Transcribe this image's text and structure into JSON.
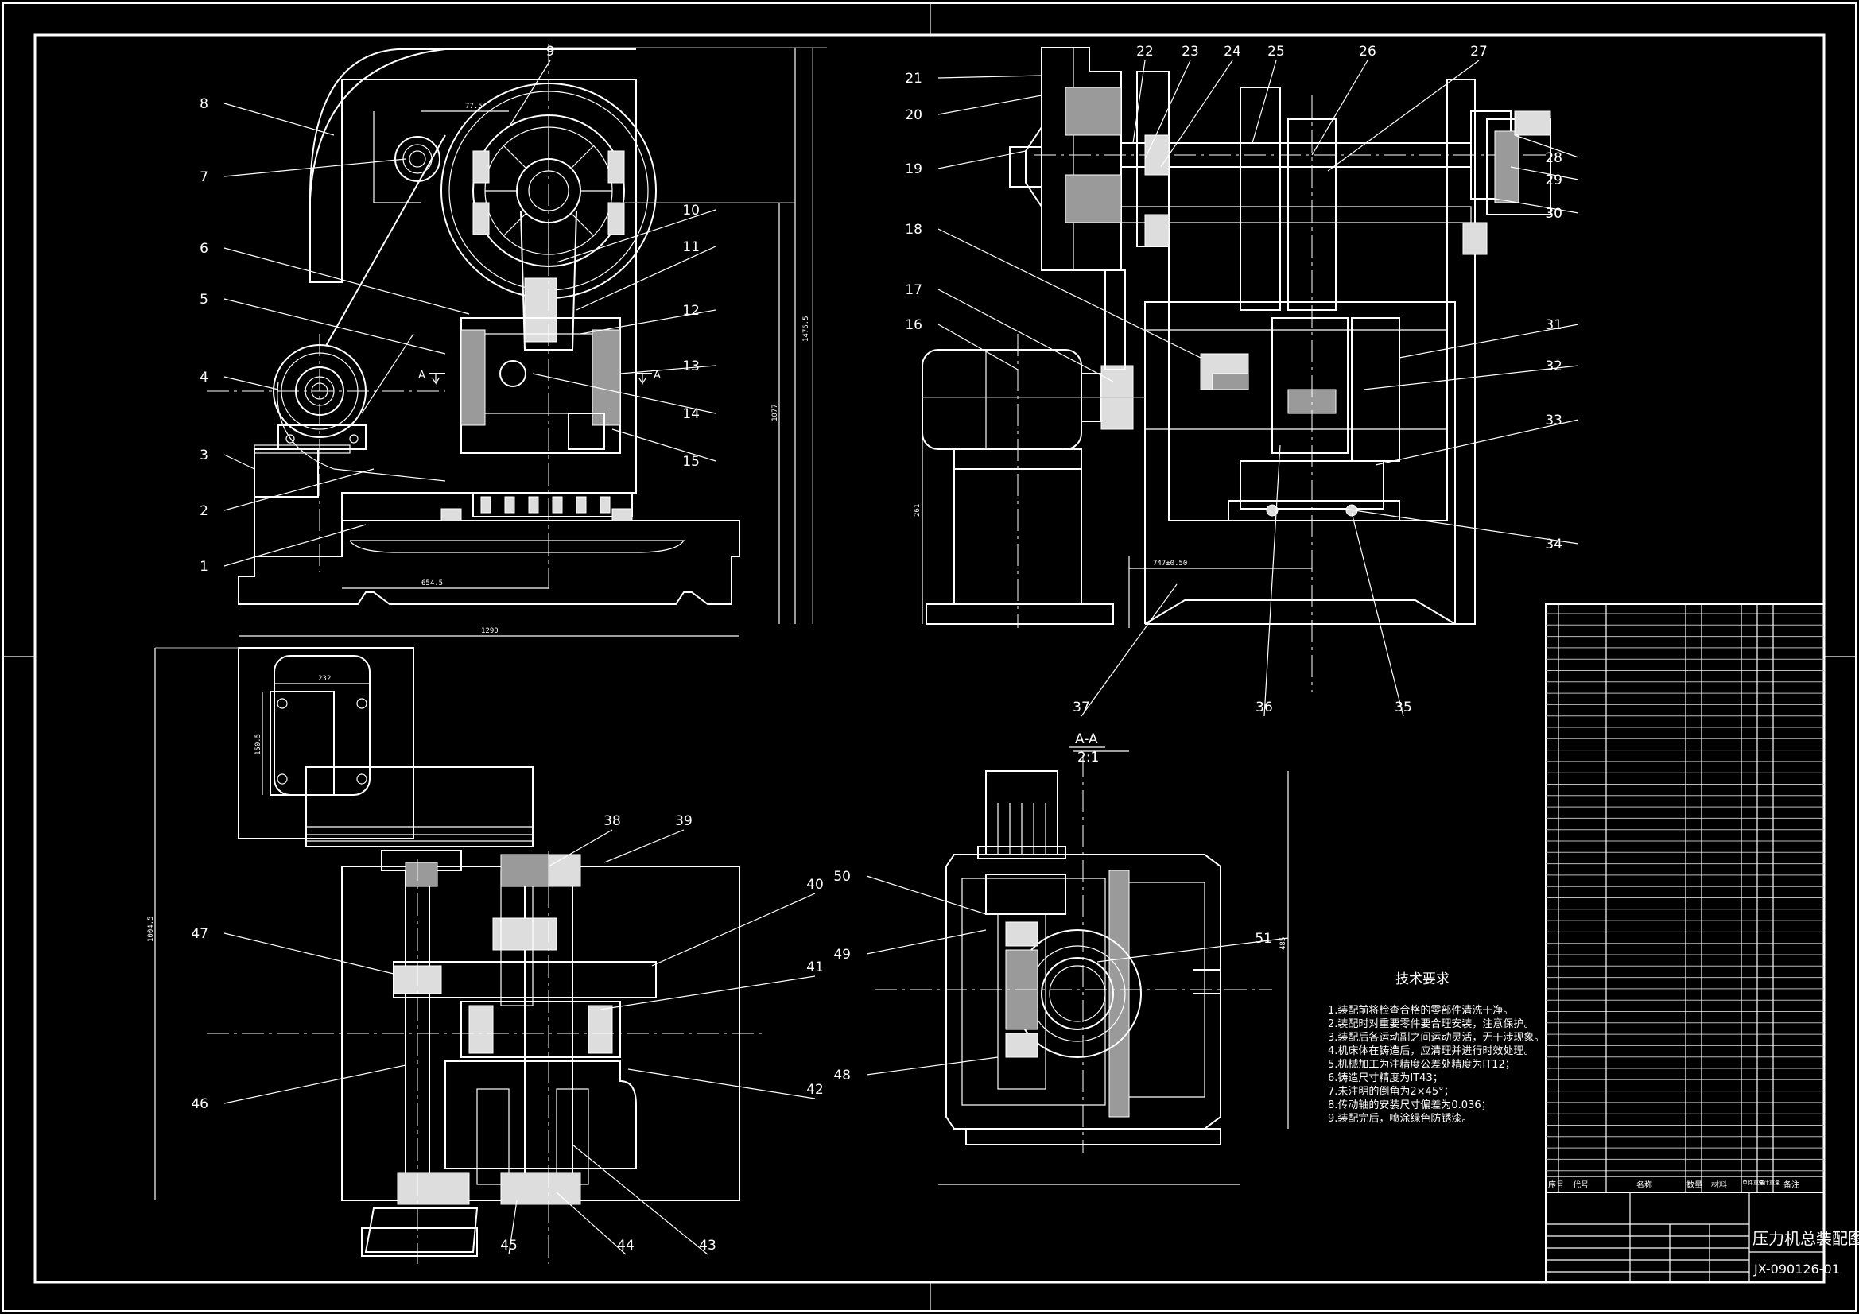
{
  "title_block": {
    "drawing_name": "压力机总装配图",
    "drawing_number": "JX-090126-01",
    "bom_headers": [
      "序号",
      "代号",
      "名称",
      "数量",
      "材料",
      "单件重量",
      "总计重量",
      "备注"
    ]
  },
  "tech_requirements": {
    "title": "技术要求",
    "items": [
      "1.装配前将检查合格的零部件清洗干净。",
      "2.装配时对重要零件要合理安装，注意保护。",
      "3.装配后各运动副之间运动灵活，无干涉现象。",
      "4.机床体在铸造后，应清理并进行时效处理。",
      "5.机械加工为注精度公差处精度为IT12；",
      "6.铸造尺寸精度为IT43；",
      "7.未注明的倒角为2×45°；",
      "8.传动轴的安装尺寸偏差为0.036；",
      "9.装配完后，喷涂绿色防锈漆。"
    ]
  },
  "section_label": {
    "name": "A-A",
    "scale": "2:1"
  },
  "section_marks": {
    "left": "A",
    "right": "A"
  },
  "dimensions": {
    "d1": "77.5",
    "d2": "1476.5",
    "d3": "1077",
    "d4": "654.5",
    "d5": "1290",
    "d6": "1004.5",
    "d7": "261",
    "d8": "747±0.50",
    "d9": "485",
    "d10": "232",
    "d11": "150.5"
  },
  "part_labels": [
    "1",
    "2",
    "3",
    "4",
    "5",
    "6",
    "7",
    "8",
    "9",
    "10",
    "11",
    "12",
    "13",
    "14",
    "15",
    "16",
    "17",
    "18",
    "19",
    "20",
    "21",
    "22",
    "23",
    "24",
    "25",
    "26",
    "27",
    "28",
    "29",
    "30",
    "31",
    "32",
    "33",
    "34",
    "35",
    "36",
    "37",
    "38",
    "39",
    "40",
    "41",
    "42",
    "43",
    "44",
    "45",
    "46",
    "47",
    "48",
    "49",
    "50",
    "51"
  ]
}
